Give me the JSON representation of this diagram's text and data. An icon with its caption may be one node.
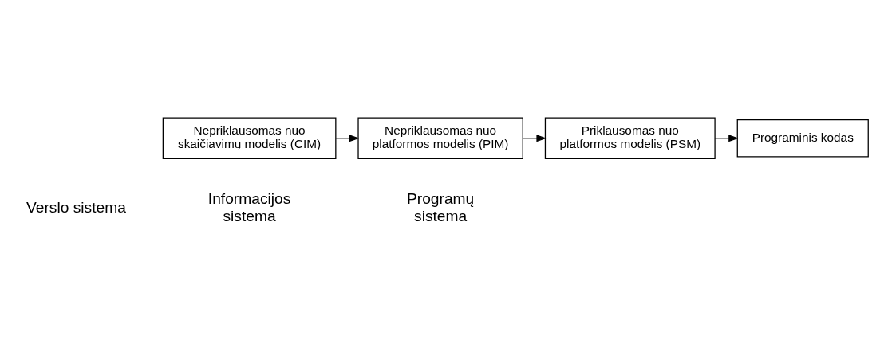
{
  "diagram": {
    "nodes": [
      {
        "text": [
          "Nepriklausomas nuo skaičiavimų modelis (CIM)"
        ]
      },
      {
        "text": [
          "Nepriklausomas nuo platformos modelis (PIM)"
        ]
      },
      {
        "text": [
          "Priklausomas nuo platformos modelis (PSM)"
        ]
      },
      {
        "text": [
          "Programinis kodas"
        ]
      }
    ],
    "edges": [
      {
        "from": 0,
        "to": 1,
        "arrow": "to"
      },
      {
        "from": 1,
        "to": 2,
        "arrow": "to"
      },
      {
        "from": 2,
        "to": 3,
        "arrow": "to"
      }
    ],
    "labels": [
      "Verslo sistema",
      "Informacijos sistema",
      "Programų sistema"
    ]
  }
}
